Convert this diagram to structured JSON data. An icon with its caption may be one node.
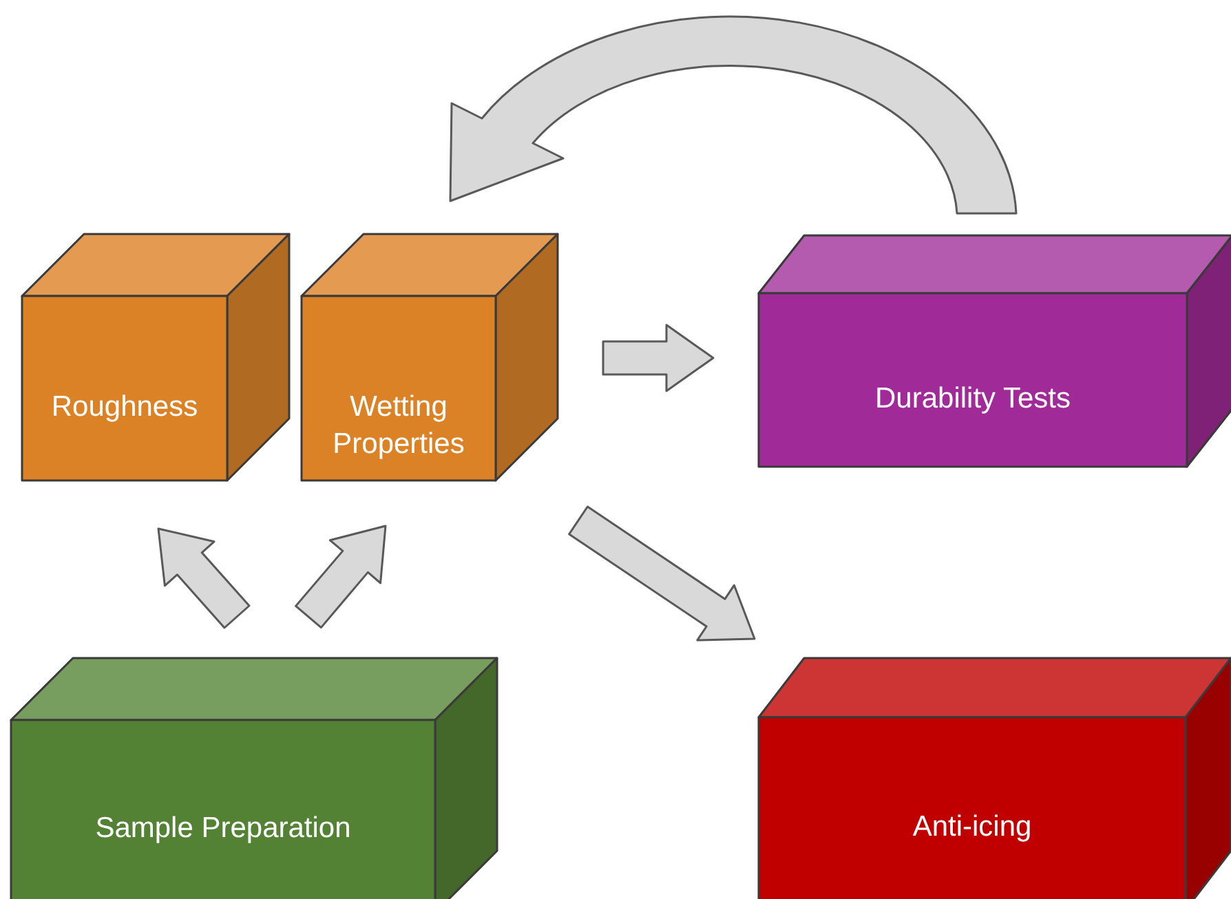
{
  "diagram": {
    "nodes": [
      {
        "text": [
          "Roughness"
        ]
      },
      {
        "text": [
          "Wetting Properties"
        ]
      },
      {
        "text": [
          "Durability Tests"
        ]
      },
      {
        "text": [
          "Sample Preparation"
        ]
      },
      {
        "text": [
          "Anti-icing"
        ]
      }
    ],
    "edges": [
      {
        "from": 3,
        "to": 0,
        "arrow": "to"
      },
      {
        "from": 3,
        "to": 1,
        "arrow": "to"
      },
      {
        "from": 1,
        "to": 2,
        "arrow": "to"
      },
      {
        "from": 1,
        "to": 4,
        "arrow": "to"
      },
      {
        "from": 2,
        "to": 1,
        "arrow": "to"
      }
    ]
  }
}
